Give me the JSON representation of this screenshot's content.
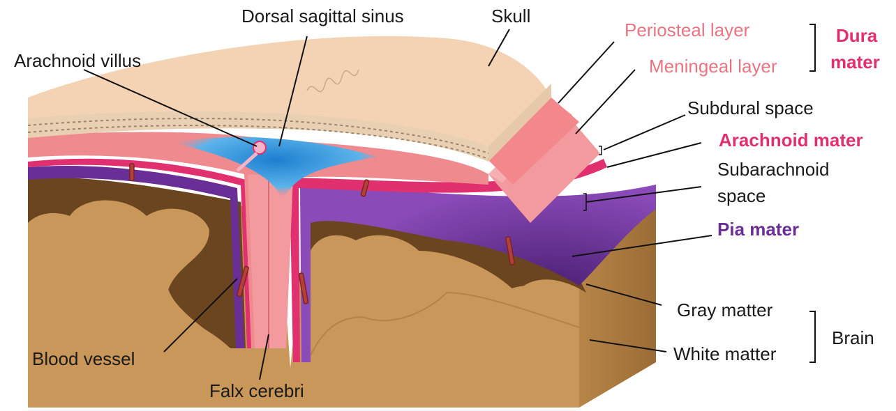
{
  "labels": {
    "dorsal_sagittal_sinus": "Dorsal sagittal sinus",
    "skull": "Skull",
    "periosteal_layer": "Periosteal layer",
    "meningeal_layer": "Meningeal layer",
    "dura_line1": "Dura",
    "dura_line2": "mater",
    "arachnoid_villus": "Arachnoid villus",
    "subdural_space": "Subdural space",
    "arachnoid_mater": "Arachnoid mater",
    "subarachnoid_line1": "Subarachnoid",
    "subarachnoid_line2": "space",
    "pia_mater": "Pia mater",
    "gray_matter": "Gray matter",
    "white_matter": "White matter",
    "brain": "Brain",
    "blood_vessel": "Blood vessel",
    "falx_cerebri": "Falx cerebri"
  },
  "colors": {
    "skull": "#f4d3b4",
    "dura": "#ef8a8e",
    "arachnoid": "#e0306f",
    "pia": "#6a2f96",
    "sinus": "#2a8fd8",
    "gray_matter": "#6b4520",
    "white_matter": "#c9975a"
  }
}
